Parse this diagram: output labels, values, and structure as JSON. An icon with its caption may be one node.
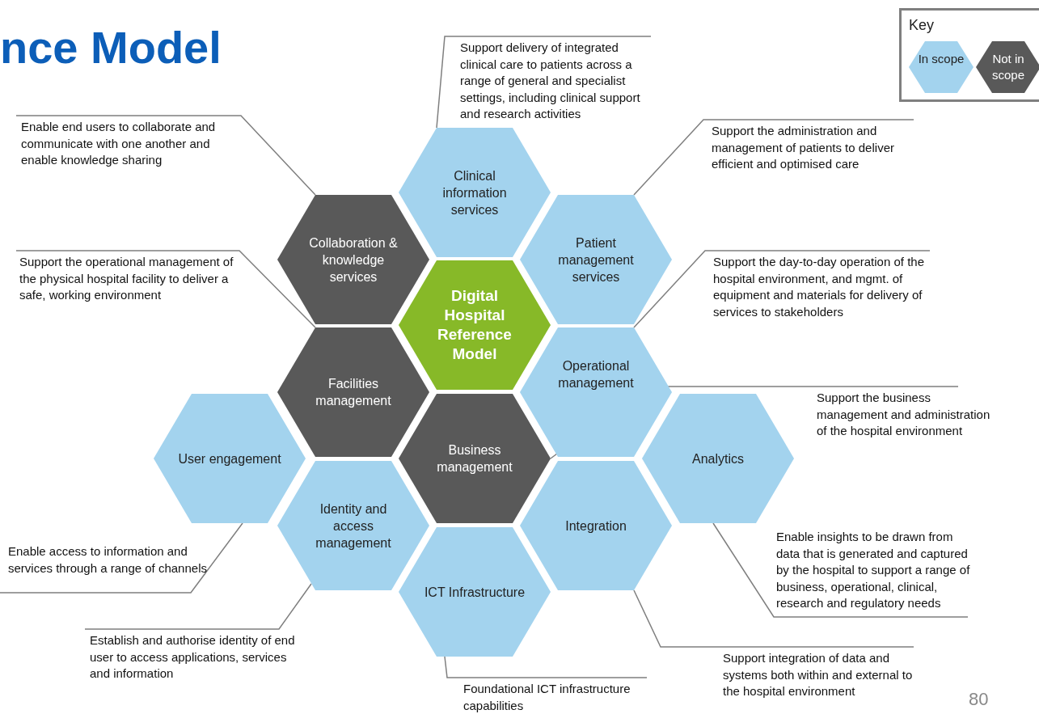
{
  "diagram": {
    "title": "nce Model",
    "nodes": [
      {
        "text": [
          "Clinical information services"
        ]
      },
      {
        "text": [
          "Collaboration & knowledge services"
        ]
      },
      {
        "text": [
          "Patient management services"
        ]
      },
      {
        "text": [
          "Digital Hospital Reference Model"
        ]
      },
      {
        "text": [
          "Facilities management"
        ]
      },
      {
        "text": [
          "Operational management"
        ]
      },
      {
        "text": [
          "User engagement"
        ]
      },
      {
        "text": [
          "Business management"
        ]
      },
      {
        "text": [
          "Analytics"
        ]
      },
      {
        "text": [
          "Identity and access management"
        ]
      },
      {
        "text": [
          "Integration"
        ]
      },
      {
        "text": [
          "ICT Infrastructure"
        ]
      },
      {
        "text": [
          "Support delivery of integrated clinical care to patients across a range of general and specialist settings, including clinical support and research activities"
        ]
      },
      {
        "text": [
          "Enable end users to collaborate and communicate with one another and enable knowledge sharing"
        ]
      },
      {
        "text": [
          "Support the administration and management of patients to deliver efficient and optimised care"
        ]
      },
      {
        "text": [
          "Support the operational management of the physical hospital facility to deliver a safe, working environment"
        ]
      },
      {
        "text": [
          "Support the day-to-day operation of the hospital environment, and mgmt. of equipment and materials for delivery of services to stakeholders"
        ]
      },
      {
        "text": [
          "Support the business management and administration of the hospital environment"
        ]
      },
      {
        "text": [
          "Enable insights to be drawn from data that is generated and captured by the hospital to support a range of business, operational, clinical, research and regulatory needs"
        ]
      },
      {
        "text": [
          "Enable access to information and services through a range of channels"
        ]
      },
      {
        "text": [
          "Establish and authorise identity of end user to access applications, services and information"
        ]
      },
      {
        "text": [
          "Support integration of data and systems both within and external to the hospital environment"
        ]
      },
      {
        "text": [
          "Foundational ICT infrastructure capabilities"
        ]
      }
    ],
    "edges": [
      {
        "from": 12,
        "to": 0,
        "arrow": "none"
      },
      {
        "from": 13,
        "to": 1,
        "arrow": "none"
      },
      {
        "from": 14,
        "to": 2,
        "arrow": "none"
      },
      {
        "from": 15,
        "to": 4,
        "arrow": "none"
      },
      {
        "from": 16,
        "to": 5,
        "arrow": "none"
      },
      {
        "from": 17,
        "to": 7,
        "arrow": "none"
      },
      {
        "from": 18,
        "to": 8,
        "arrow": "none"
      },
      {
        "from": 19,
        "to": 6,
        "arrow": "none"
      },
      {
        "from": 20,
        "to": 9,
        "arrow": "none"
      },
      {
        "from": 21,
        "to": 10,
        "arrow": "none"
      },
      {
        "from": 22,
        "to": 11,
        "arrow": "none"
      }
    ],
    "labels": [
      "Key",
      "80"
    ],
    "legend": [
      {
        "text": "In scope",
        "color": "#a3d3ee"
      },
      {
        "text": "Not in scope",
        "color": "#595959"
      }
    ]
  }
}
